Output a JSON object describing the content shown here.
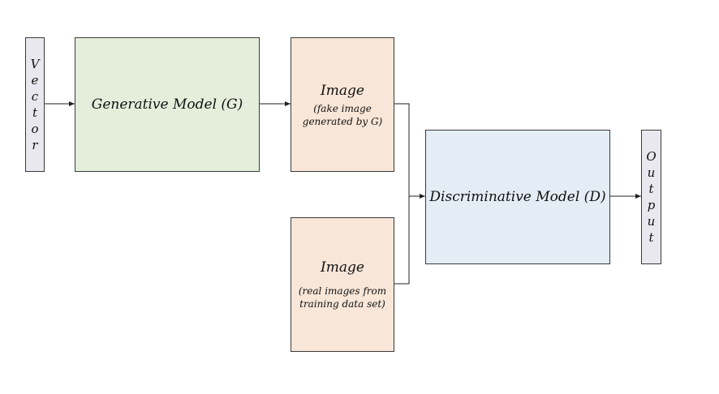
{
  "input_box": {
    "label": "Vector"
  },
  "generator_box": {
    "label": "Generative Model (G)"
  },
  "fake_image_box": {
    "title": "Image",
    "subtitle_line1": "(fake image",
    "subtitle_line2": "generated by G)"
  },
  "real_image_box": {
    "title": "Image",
    "subtitle_line1": "(real images from",
    "subtitle_line2": "training data set)"
  },
  "discriminator_box": {
    "label": "Discriminative Model (D)"
  },
  "output_box": {
    "label": "Output"
  },
  "colors": {
    "generator_fill": "#e4eedb",
    "image_fill": "#f8e6d8",
    "discriminator_fill": "#e4ecf5",
    "io_fill": "#e8e8ee",
    "stroke": "#3a3a3a"
  }
}
